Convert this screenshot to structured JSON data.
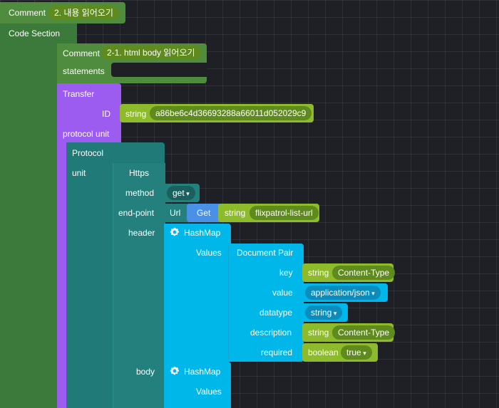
{
  "comment1": {
    "label": "Comment",
    "value": "2. 내용 읽어오기"
  },
  "code_section": {
    "label": "Code Section",
    "statements_label": "statements"
  },
  "comment2": {
    "label": "Comment",
    "value": "2-1. html body 읽어오기",
    "statements_label": "statements"
  },
  "transfer": {
    "label": "Transfer",
    "id_label": "ID",
    "id_type": "string",
    "id_value": "a86be6c4d36693288a66011d052029c9",
    "protocol_unit_label": "protocol unit"
  },
  "protocol": {
    "label": "Protocol",
    "unit_label": "unit",
    "https_label": "Https",
    "method_label": "method",
    "method_value": "get",
    "endpoint_label": "end-point",
    "url_label": "Url",
    "get_label": "Get",
    "url_type": "string",
    "url_value": "flixpatrol-list-url",
    "header_label": "header",
    "body_label": "body"
  },
  "hashmap_header": {
    "label": "HashMap",
    "values_label": "Values"
  },
  "document_pair": {
    "label": "Document Pair",
    "key_label": "key",
    "key_type": "string",
    "key_value": "Content-Type",
    "value_label": "value",
    "value_value": "application/json",
    "datatype_label": "datatype",
    "datatype_value": "string",
    "description_label": "description",
    "description_type": "string",
    "description_value": "Content-Type",
    "required_label": "required",
    "required_type": "boolean",
    "required_value": "true"
  },
  "hashmap_body": {
    "label": "HashMap",
    "values_label": "Values"
  }
}
